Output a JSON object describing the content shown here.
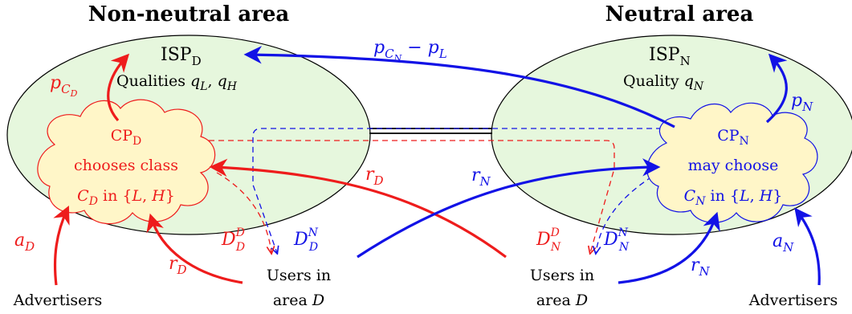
{
  "titles": {
    "left": "Non-neutral area",
    "right": "Neutral area"
  },
  "isp_d": {
    "name": "ISP",
    "sub": "D",
    "qualities_text": "Qualities ",
    "qualities_vars": "q",
    "q1_sub": "L",
    "q2_sub": "H"
  },
  "isp_n": {
    "name": "ISP",
    "sub": "N",
    "quality_text": "Quality ",
    "quality_var": "q",
    "q_sub": "N"
  },
  "cp_d": {
    "name": "CP",
    "sub": "D",
    "line2": "chooses class",
    "line3_var": "C",
    "line3_sub": "D",
    "line3_rest": " in {",
    "set_l": "L",
    "set_sep": ", ",
    "set_h": "H",
    "set_close": "}"
  },
  "cp_n": {
    "name": "CP",
    "sub": "N",
    "line2": "may choose",
    "line3_var": "C",
    "line3_sub": "N",
    "line3_rest": " in {",
    "set_l": "L",
    "set_sep": ", ",
    "set_h": "H",
    "set_close": "}"
  },
  "labels": {
    "p_cd": {
      "var": "p",
      "sub": "C",
      "subsub": "D"
    },
    "p_cn_minus_pl": {
      "var": "p",
      "sub": "C",
      "subsub": "N",
      "op": " − ",
      "var2": "p",
      "sub2": "L"
    },
    "p_n": {
      "var": "p",
      "sub": "N"
    },
    "r_d_top": {
      "var": "r",
      "sub": "D"
    },
    "r_d_bottom": {
      "var": "r",
      "sub": "D"
    },
    "r_n_top": {
      "var": "r",
      "sub": "N"
    },
    "r_n_bottom": {
      "var": "r",
      "sub": "N"
    },
    "a_d": {
      "var": "a",
      "sub": "D"
    },
    "a_n": {
      "var": "a",
      "sub": "N"
    },
    "d_dd": {
      "var": "D",
      "sub": "D",
      "sup": "D"
    },
    "d_dn": {
      "var": "D",
      "sub": "D",
      "sup": "N"
    },
    "d_nd": {
      "var": "D",
      "sub": "N",
      "sup": "D"
    },
    "d_nn": {
      "var": "D",
      "sub": "N",
      "sup": "N"
    }
  },
  "nodes": {
    "users_left_line1": "Users in",
    "users_left_line2": "area ",
    "users_left_var": "D",
    "users_right_line1": "Users in",
    "users_right_line2": "area ",
    "users_right_var": "D",
    "advertisers_left": "Advertisers",
    "advertisers_right": "Advertisers"
  },
  "colors": {
    "area_fill": "#e6f7dd",
    "cloud_fill": "#fff6c8",
    "red": "#ee1c1c",
    "blue": "#1212e6",
    "black": "#000000"
  }
}
